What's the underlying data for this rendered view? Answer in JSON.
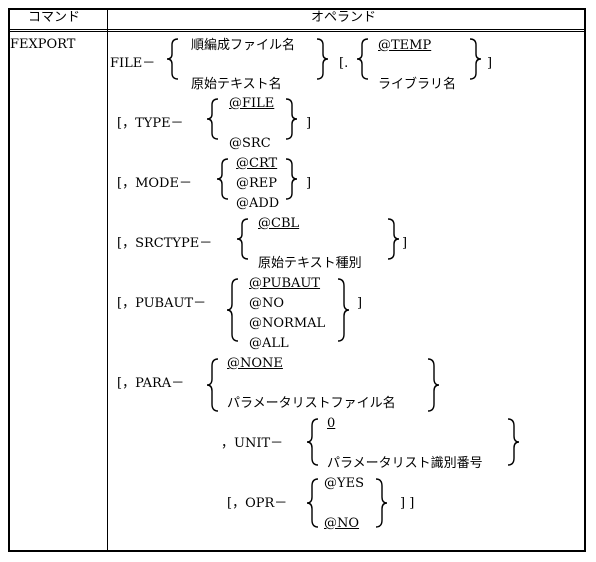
{
  "header": {
    "command_col": "コマンド",
    "operand_col": "オペランド"
  },
  "command": "FEXPORT",
  "file": {
    "label": "FILE－",
    "opt1": "順編成ファイル名",
    "opt2": "原始テキスト名",
    "temp_prefix": "[.",
    "temp_default": "@TEMP",
    "temp_alt": "ライブラリ名",
    "close": "]"
  },
  "type": {
    "label": "[，TYPE－",
    "default": "@FILE",
    "alt": "@SRC",
    "close": "]"
  },
  "mode": {
    "label": "[，MODE－",
    "default": "@CRT",
    "alt1": "@REP",
    "alt2": "@ADD",
    "close": "]"
  },
  "srctype": {
    "label": "[，SRCTYPE－",
    "default": "@CBL",
    "alt": "原始テキスト種別",
    "close": "]"
  },
  "pubaut": {
    "label": "[，PUBAUT－",
    "default": "@PUBAUT",
    "alt1": "@NO",
    "alt2": "@NORMAL",
    "alt3": "@ALL",
    "close": "]"
  },
  "para": {
    "label": "[，PARA－",
    "default": "@NONE",
    "alt": "パラメータリストファイル名"
  },
  "unit": {
    "label": "，UNIT－",
    "default": "0",
    "alt": "パラメータリスト識別番号"
  },
  "opr": {
    "label": "[，OPR－",
    "opt1": "@YES",
    "default": "@NO",
    "close": "] ]"
  }
}
